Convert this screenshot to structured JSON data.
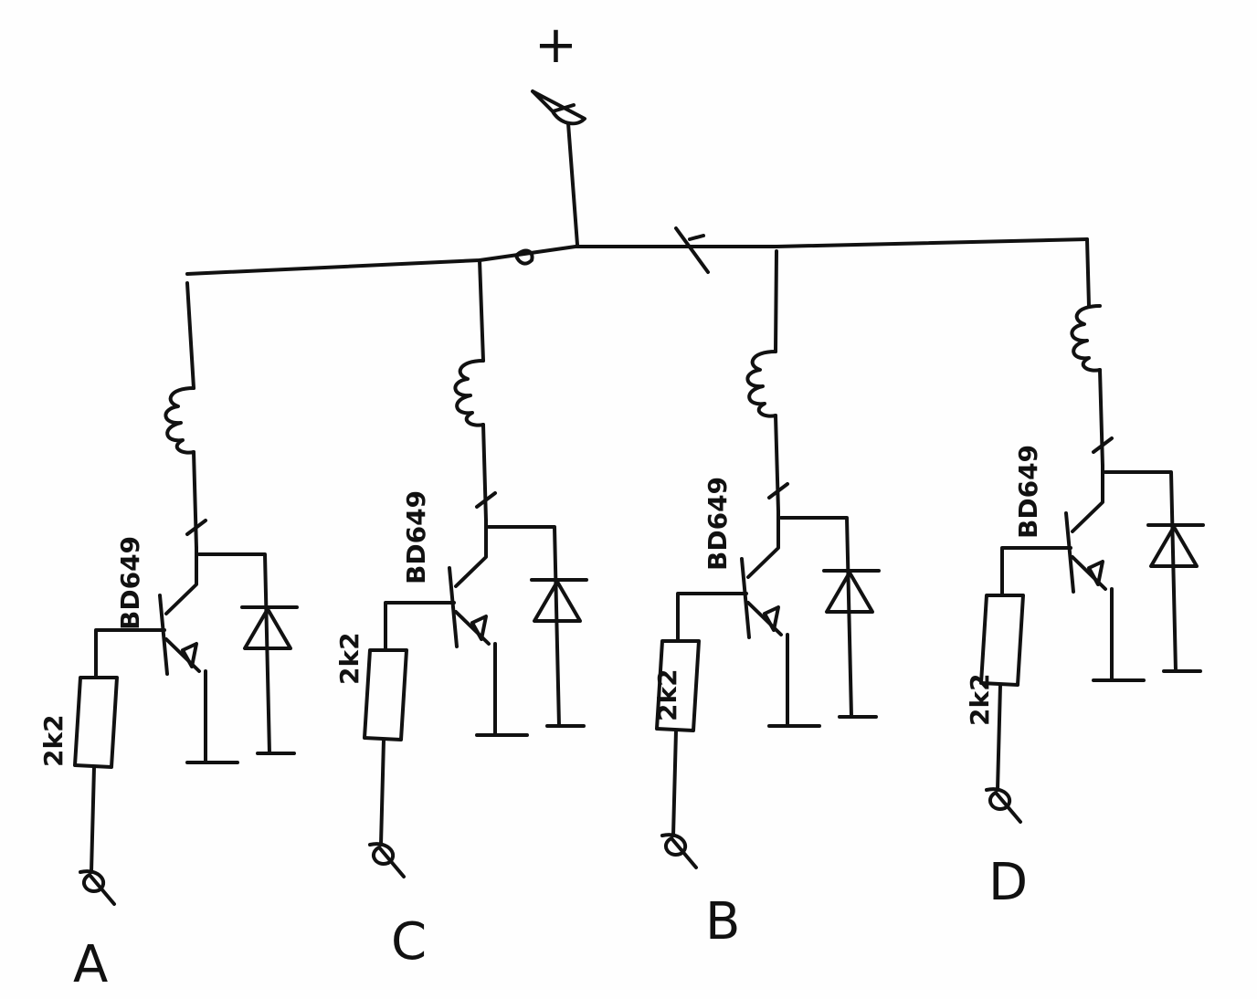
{
  "supply": {
    "label": "+"
  },
  "branches": [
    {
      "terminal": "A",
      "transistor": "BD649",
      "resistor": "2k2"
    },
    {
      "terminal": "C",
      "transistor": "BD649",
      "resistor": "2k2"
    },
    {
      "terminal": "B",
      "transistor": "BD649",
      "resistor": "2k2"
    },
    {
      "terminal": "D",
      "transistor": "BD649",
      "resistor": "2k2"
    }
  ],
  "colors": {
    "ink": "#111111",
    "paper": "#fefefe"
  }
}
